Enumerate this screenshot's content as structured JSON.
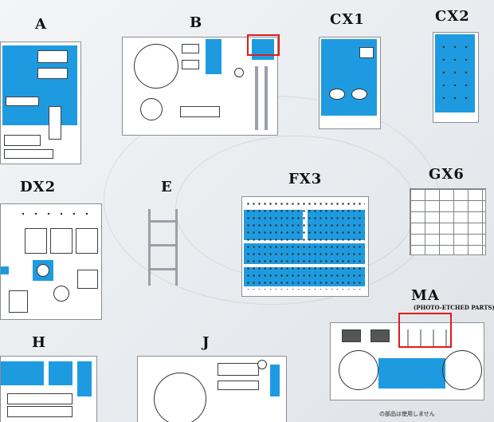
{
  "sprues": {
    "a": "A",
    "b": "B",
    "cx1": "CX1",
    "cx2": "CX2",
    "dx2": "DX2",
    "e": "E",
    "fx3": "FX3",
    "gx6": "GX6",
    "ma": "MA",
    "ma_sub": "(PHOTO-ETCHED PARTS)",
    "h": "H",
    "j": "J"
  },
  "footer_note": "の部品は使用しません",
  "colors": {
    "used_part_highlight": "#1e9be0",
    "callout_box": "#e01b1b"
  }
}
